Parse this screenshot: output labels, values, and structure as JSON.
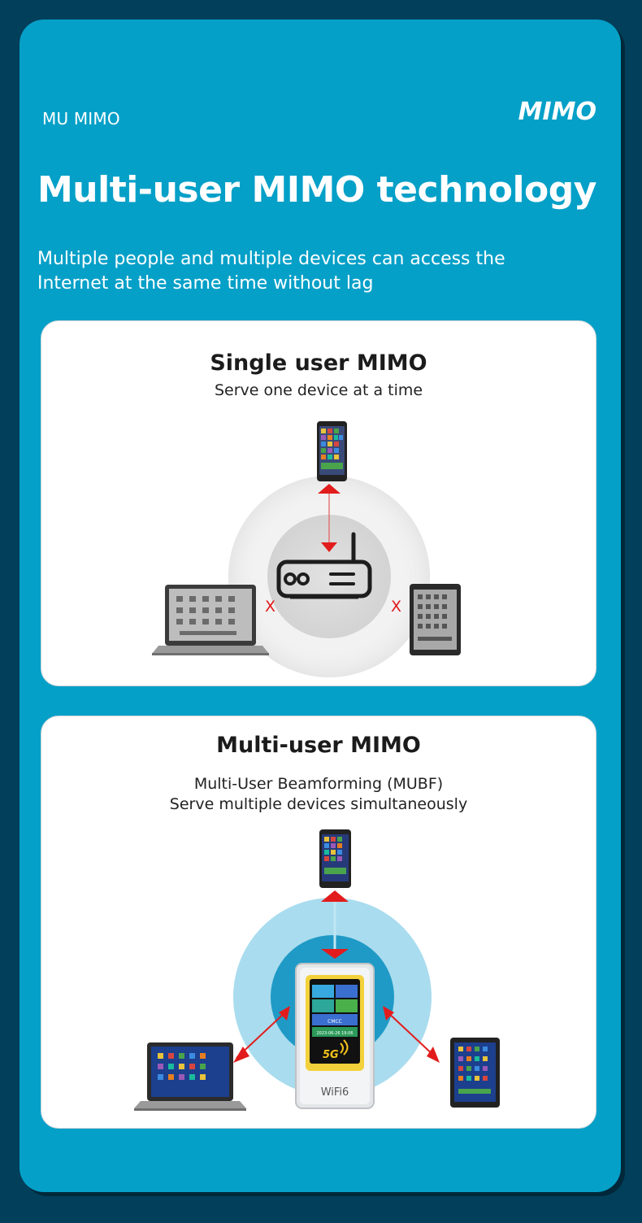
{
  "header": {
    "eyebrow": "MU MIMO",
    "brand": "MIMO",
    "title": "Multi-user MIMO technology",
    "subtitle_line1": "Multiple people and multiple devices can access the",
    "subtitle_line2": "Internet at the same time without lag"
  },
  "single_user": {
    "title": "Single user MIMO",
    "caption": "Serve one device at a time",
    "blocked_mark": "X"
  },
  "multi_user": {
    "title": "Multi-user MIMO",
    "caption_line1": "Multi-User Beamforming (MUBF)",
    "caption_line2": "Serve multiple devices simultaneously",
    "device_label": "WiFi6",
    "badge": "5G",
    "screen_text": "CMCC",
    "screen_date": "2023-06-26  19:06"
  },
  "colors": {
    "background": "#023f5a",
    "panel": "#05a0c8",
    "arrow": "#e21c1c",
    "signal_ring": "#9dd6ea"
  }
}
